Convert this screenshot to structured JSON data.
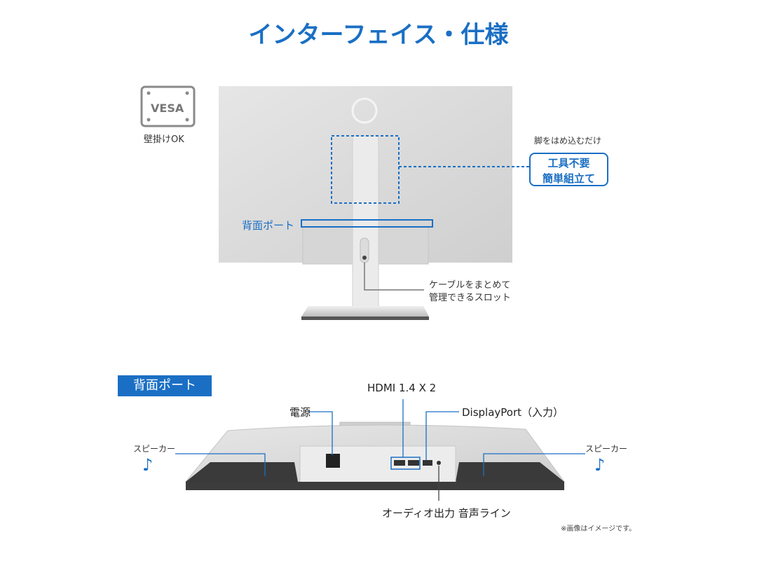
{
  "title": "インターフェイス・仕様",
  "vesa": {
    "logo_text": "VESA",
    "label": "壁掛けOK"
  },
  "rear_view": {
    "stand_caption": "脚をはめ込むだけ",
    "stand_callout": [
      "工具不要",
      "簡単組立て"
    ],
    "rear_port_label": "背面ポート",
    "cable_slot_label": [
      "ケーブルをまとめて",
      "管理できるスロット"
    ]
  },
  "bottom_view": {
    "section_label": "背面ポート",
    "hdmi_label": "HDMI 1.4 X 2",
    "power_label": "電源",
    "displayport_label": "DisplayPort（入力）",
    "speaker_left_label": "スピーカー",
    "speaker_right_label": "スピーカー",
    "speaker_icon": "♪",
    "audio_label": "オーディオ出力 音声ライン"
  },
  "disclaimer": "※画像はイメージです。",
  "colors": {
    "accent": "#1a6fc4",
    "silver": "#d9d9d9",
    "dark": "#3a3a3a"
  }
}
